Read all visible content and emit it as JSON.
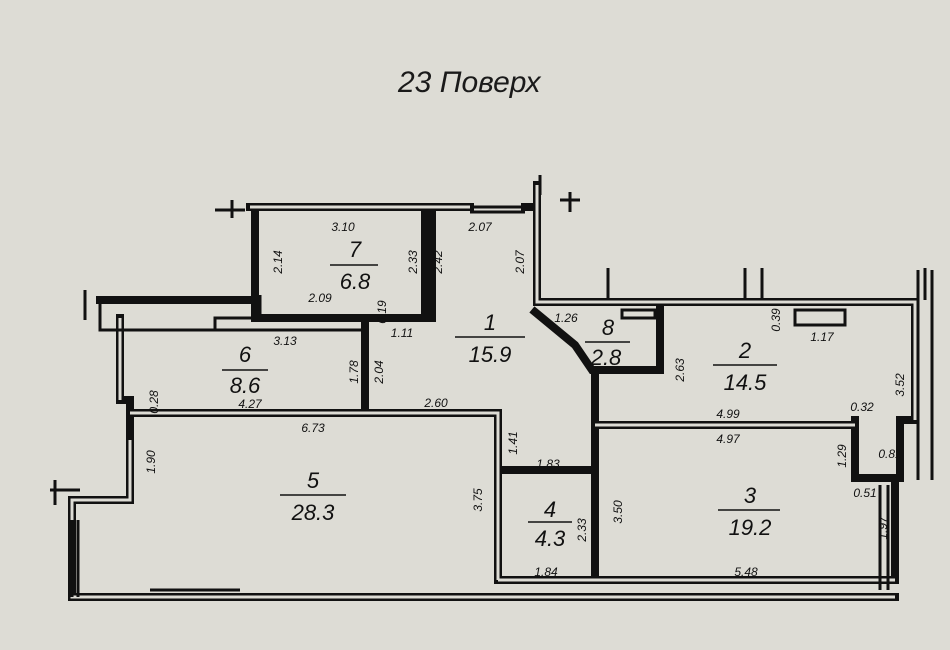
{
  "title": "23 Поверх",
  "rooms": [
    {
      "number": "1",
      "area": "15.9"
    },
    {
      "number": "2",
      "area": "14.5"
    },
    {
      "number": "3",
      "area": "19.2"
    },
    {
      "number": "4",
      "area": "4.3"
    },
    {
      "number": "5",
      "area": "28.3"
    },
    {
      "number": "6",
      "area": "8.6"
    },
    {
      "number": "7",
      "area": "6.8"
    },
    {
      "number": "8",
      "area": "2.8"
    }
  ],
  "dimensions": [
    "3.10",
    "2.07",
    "2.14",
    "2.33",
    "2.42",
    "2.07",
    "2.09",
    "0.19",
    "1.11",
    "3.13",
    "1.78",
    "2.04",
    "4.27",
    "0.28",
    "6.73",
    "2.60",
    "1.90",
    "1.26",
    "0.39",
    "1.17",
    "2.63",
    "3.52",
    "4.99",
    "0.32",
    "4.97",
    "1.41",
    "1.83",
    "1.29",
    "0.81",
    "0.51",
    "3.50",
    "2.33",
    "3.75",
    "1.97",
    "1.84",
    "5.48"
  ]
}
